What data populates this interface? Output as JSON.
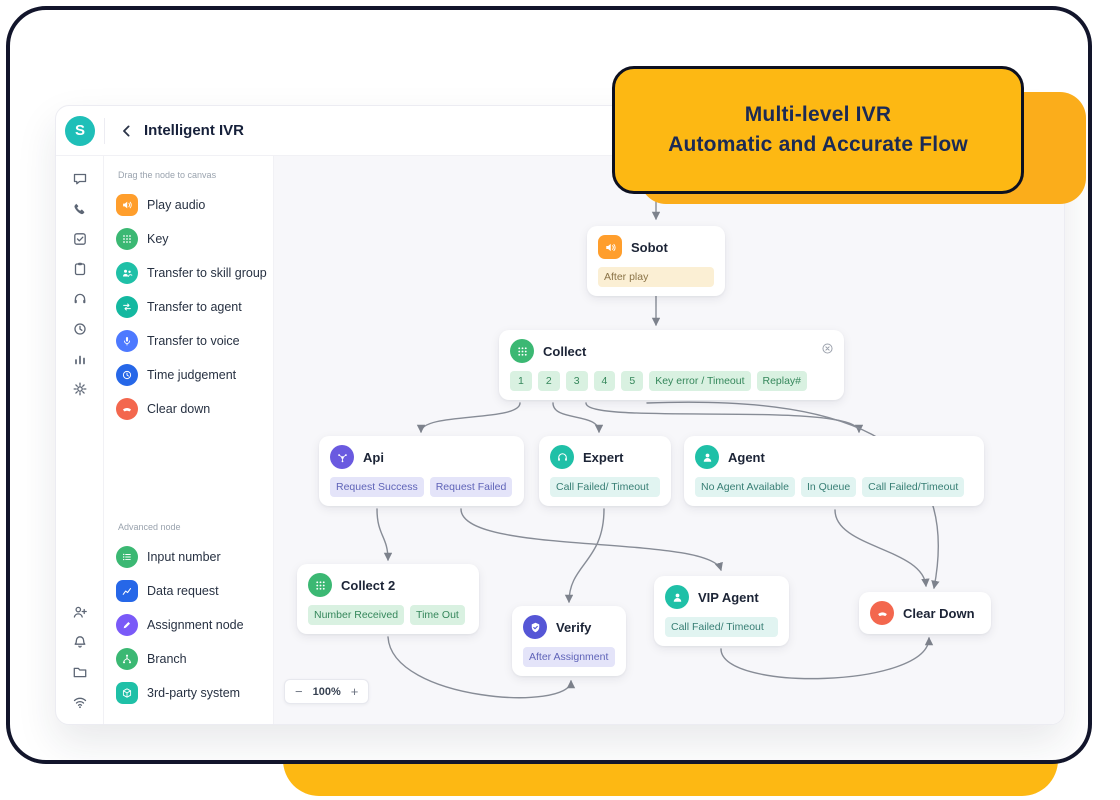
{
  "colors": {
    "accent_yellow": "#FDB813",
    "brand_teal": "#1FBFB8",
    "frame_border": "#12152B",
    "canvas_bg": "#F7F7FA",
    "chip_green_bg": "#D9F1E1",
    "chip_teal_bg": "#E1F4F1",
    "chip_lavender_bg": "#E4E4F9",
    "chip_cream_bg": "#FBEFD4"
  },
  "callout": {
    "line1": "Multi-level IVR",
    "line2": "Automatic and Accurate Flow"
  },
  "header": {
    "logo_letter": "S",
    "title": "Intelligent IVR",
    "back_icon": "chevron-left-icon"
  },
  "rail": {
    "top_icons": [
      "chat-icon",
      "phone-icon",
      "task-check-icon",
      "clipboard-icon",
      "agent-headset-icon",
      "time-history-icon",
      "analytics-icon",
      "settings-gear-icon"
    ],
    "bottom_icons": [
      "add-contact-icon",
      "notification-bell-icon",
      "folder-icon",
      "network-wifi-icon"
    ]
  },
  "sidebar": {
    "drag_hint": "Drag the node to canvas",
    "basic_nodes": [
      {
        "label": "Play audio",
        "icon": "speaker-icon",
        "color": "#FF9E2C"
      },
      {
        "label": "Key",
        "icon": "keypad-icon",
        "color": "#3BB873"
      },
      {
        "label": "Transfer to skill group",
        "icon": "skill-group-icon",
        "color": "#1FC0A7"
      },
      {
        "label": "Transfer to agent",
        "icon": "transfer-arrows-icon",
        "color": "#14B8A0"
      },
      {
        "label": "Transfer to voice",
        "icon": "microphone-icon",
        "color": "#4D79FF"
      },
      {
        "label": "Time judgement",
        "icon": "clock-icon",
        "color": "#2667E8"
      },
      {
        "label": "Clear down",
        "icon": "phone-down-icon",
        "color": "#F3674E"
      }
    ],
    "advanced_label": "Advanced node",
    "advanced_nodes": [
      {
        "label": "Input number",
        "icon": "number-list-icon",
        "color": "#3BB873"
      },
      {
        "label": "Data request",
        "icon": "data-chart-icon",
        "color": "#2667E8"
      },
      {
        "label": "Assignment node",
        "icon": "pen-icon",
        "color": "#7A5AF8"
      },
      {
        "label": "Branch",
        "icon": "branch-icon",
        "color": "#3BB873"
      },
      {
        "label": "3rd-party system",
        "icon": "cube-icon",
        "color": "#1FC0A7"
      }
    ]
  },
  "canvas": {
    "zoom": {
      "minus": "−",
      "level": "100%",
      "plus": "+"
    },
    "nodes": {
      "sobot": {
        "title": "Sobot",
        "icon": "speaker-icon",
        "tags": [
          "After play"
        ]
      },
      "collect": {
        "title": "Collect",
        "icon": "keypad-icon",
        "tags": [
          "1",
          "2",
          "3",
          "4",
          "5",
          "Key error / Timeout",
          "Replay#"
        ]
      },
      "api": {
        "title": "Api",
        "icon": "api-network-icon",
        "tags": [
          "Request Success",
          "Request Failed"
        ]
      },
      "expert": {
        "title": "Expert",
        "icon": "headset-icon",
        "tags": [
          "Call Failed/ Timeout"
        ]
      },
      "agent": {
        "title": "Agent",
        "icon": "person-icon",
        "tags": [
          "No Agent Available",
          "In Queue",
          "Call Failed/Timeout"
        ]
      },
      "collect2": {
        "title": "Collect 2",
        "icon": "keypad-icon",
        "tags": [
          "Number Received",
          "Time Out"
        ]
      },
      "verify": {
        "title": "Verify",
        "icon": "shield-check-icon",
        "tags": [
          "After Assignment"
        ]
      },
      "vip_agent": {
        "title": "VIP Agent",
        "icon": "vip-person-icon",
        "tags": [
          "Call Failed/ Timeout"
        ]
      },
      "clear_down": {
        "title": "Clear Down",
        "icon": "phone-down-icon",
        "tags": []
      }
    }
  }
}
